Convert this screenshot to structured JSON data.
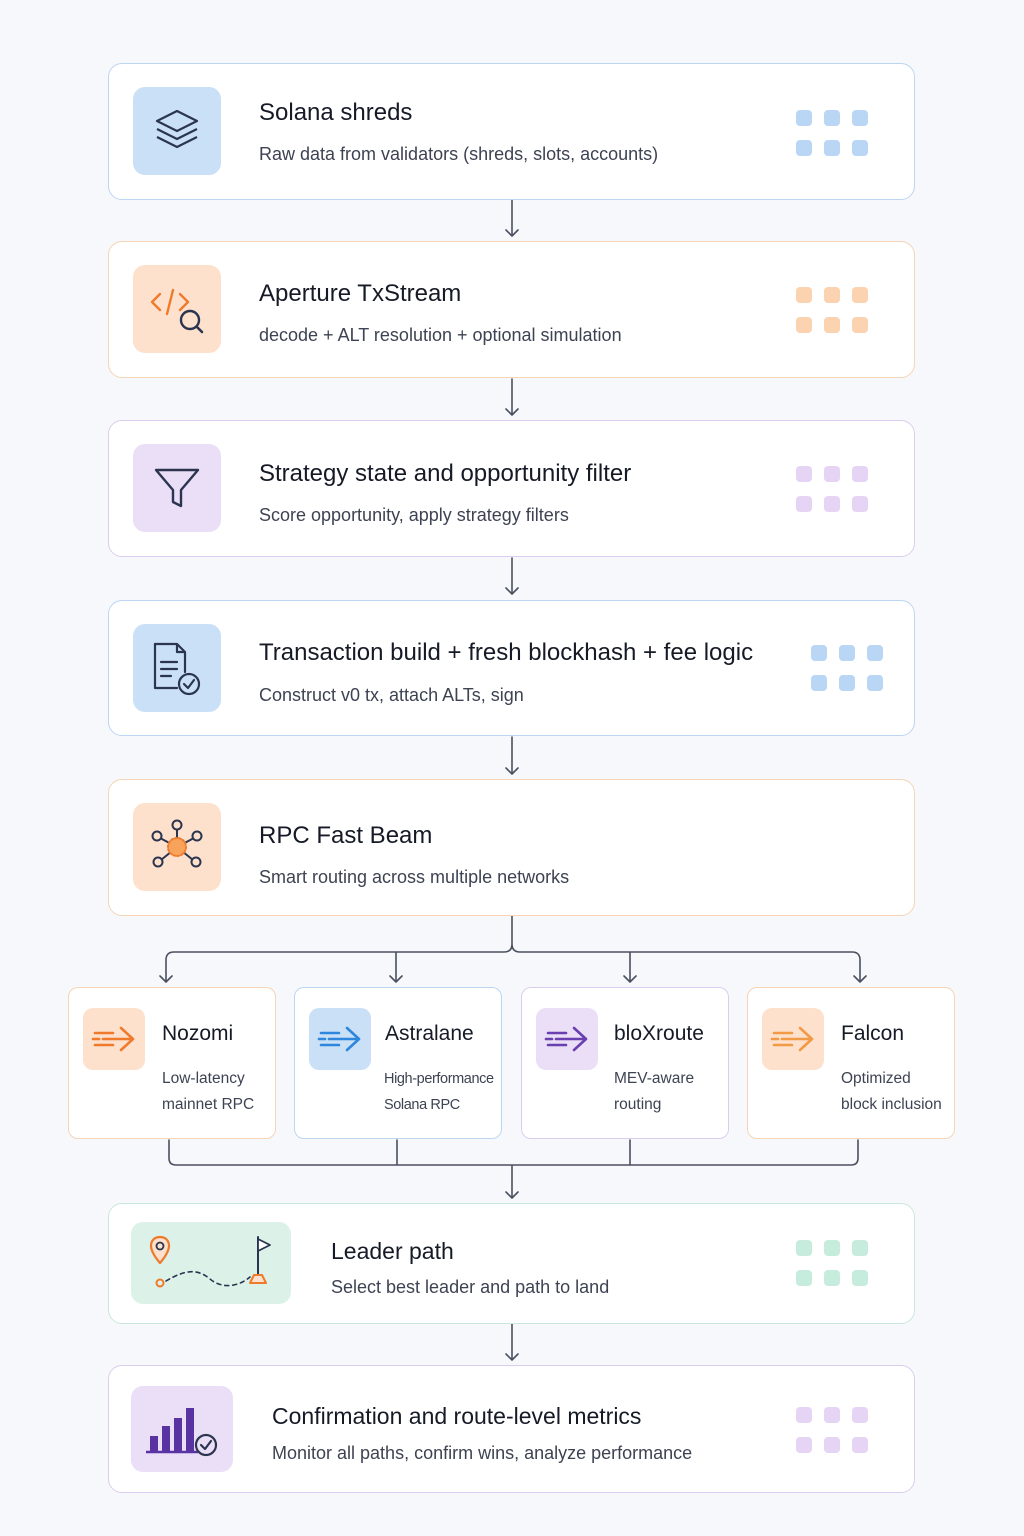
{
  "colors": {
    "blue": "#5b9be0",
    "orange": "#f07a2c",
    "purple": "#7a4fb8",
    "green": "#3fae7e",
    "connector": "#4a5060"
  },
  "stages": [
    {
      "title": "Solana shreds",
      "subtitle": "Raw data from validators (shreds, slots, accounts)",
      "icon": "layers-icon"
    },
    {
      "title": "Aperture TxStream",
      "subtitle": "decode + ALT resolution + optional simulation",
      "icon": "code-search-icon"
    },
    {
      "title": "Strategy state and opportunity filter",
      "subtitle": "Score opportunity, apply strategy filters",
      "icon": "filter-icon"
    },
    {
      "title": "Transaction build + fresh blockhash + fee logic",
      "subtitle": "Construct v0 tx, attach ALTs, sign",
      "icon": "document-check-icon"
    },
    {
      "title": "RPC Fast Beam",
      "subtitle": "Smart routing across multiple networks",
      "icon": "network-hub-icon"
    }
  ],
  "routes": [
    {
      "title": "Nozomi",
      "line1": "Low-latency",
      "line2": "mainnet RPC",
      "icon": "fast-arrow-icon"
    },
    {
      "title": "Astralane",
      "line1": "High-performance",
      "line2": "Solana RPC",
      "icon": "fast-arrow-icon"
    },
    {
      "title": "bloXroute",
      "line1": "MEV-aware",
      "line2": "routing",
      "icon": "fast-arrow-icon"
    },
    {
      "title": "Falcon",
      "line1": "Optimized",
      "line2": "block inclusion",
      "icon": "fast-arrow-icon"
    }
  ],
  "final_stages": [
    {
      "title": "Leader path",
      "subtitle": "Select best leader and path to land",
      "icon": "route-flag-icon"
    },
    {
      "title": "Confirmation and route-level metrics",
      "subtitle": "Monitor all paths, confirm wins, analyze performance",
      "icon": "bar-chart-check-icon"
    }
  ]
}
